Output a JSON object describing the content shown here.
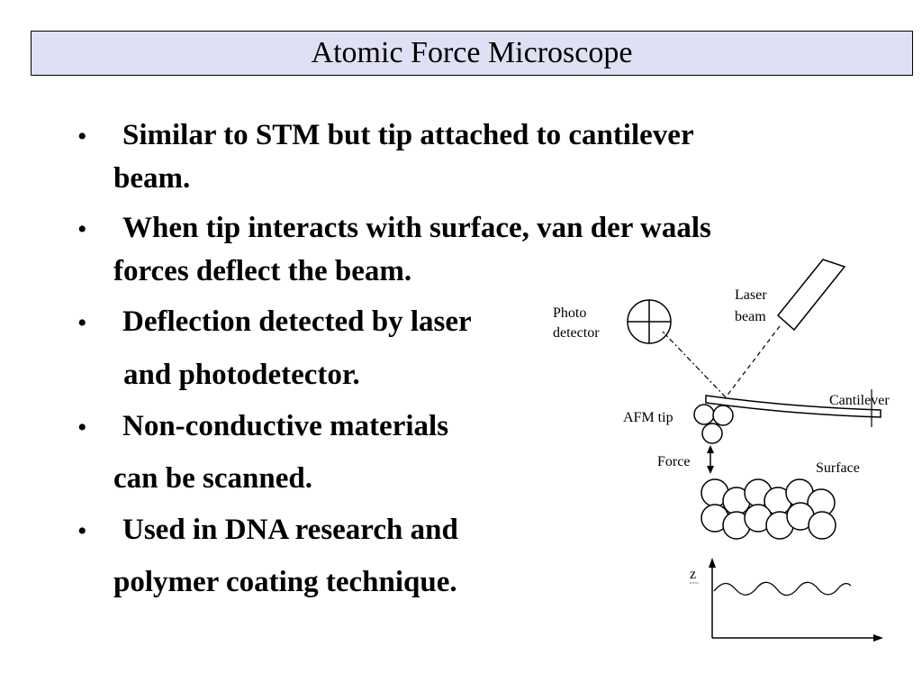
{
  "slide": {
    "title": "Atomic Force Microscope",
    "bullets": [
      {
        "lines": [
          "Similar to STM but tip attached to cantilever",
          "beam."
        ]
      },
      {
        "lines": [
          "When tip interacts with surface, van der waals",
          "forces deflect the beam."
        ]
      },
      {
        "lines": [
          "Deflection detected by laser",
          "and photodetector."
        ]
      },
      {
        "lines": [
          "Non-conductive materials",
          "can be scanned."
        ]
      },
      {
        "lines": [
          "Used in DNA research and",
          "polymer coating technique."
        ]
      }
    ],
    "bullet_char": "•"
  },
  "diagram": {
    "labels": {
      "photo_detector_line1": "Photo",
      "photo_detector_line2": "detector",
      "laser_beam_line1": "Laser",
      "laser_beam_line2": "beam",
      "cantilever": "Cantilever",
      "afm_tip": "AFM tip",
      "force": "Force",
      "surface": "Surface",
      "z_axis": "z"
    }
  }
}
